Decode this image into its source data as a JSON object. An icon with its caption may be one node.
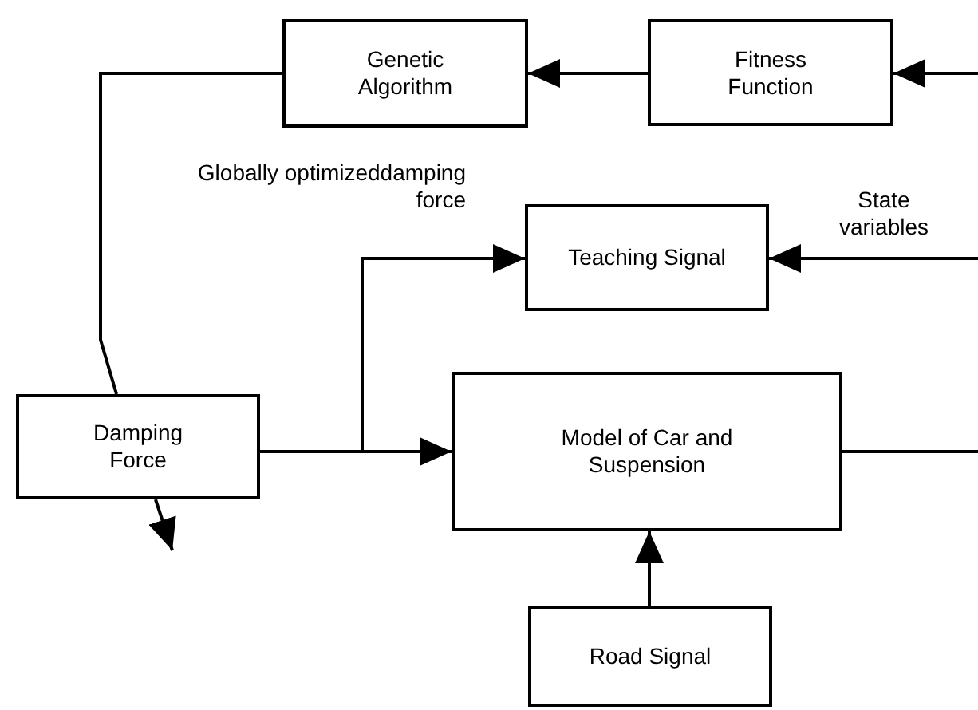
{
  "diagram": {
    "nodes": [
      {
        "text": [
          "Genetic Algorithm"
        ]
      },
      {
        "text": [
          "Fitness Function"
        ]
      },
      {
        "text": [
          "Teaching Signal"
        ]
      },
      {
        "text": [
          "Damping Force"
        ]
      },
      {
        "text": [
          "Model of Car and Suspension"
        ]
      },
      {
        "text": [
          "Road Signal"
        ]
      }
    ],
    "edges": [
      {
        "from": null,
        "to": 1,
        "arrow": "to"
      },
      {
        "from": 1,
        "to": 0,
        "arrow": "to"
      },
      {
        "from": 0,
        "to": 3,
        "arrow": "none"
      },
      {
        "from": 3,
        "to": null,
        "arrow": "to"
      },
      {
        "from": 3,
        "to": 4,
        "arrow": "to"
      },
      {
        "from": 3,
        "to": 2,
        "arrow": "to",
        "label": "Globally optimizeddamping force"
      },
      {
        "from": null,
        "to": 2,
        "arrow": "to",
        "label": "State variables"
      },
      {
        "from": 4,
        "to": null,
        "arrow": "none"
      },
      {
        "from": 5,
        "to": 4,
        "arrow": "to"
      }
    ]
  }
}
